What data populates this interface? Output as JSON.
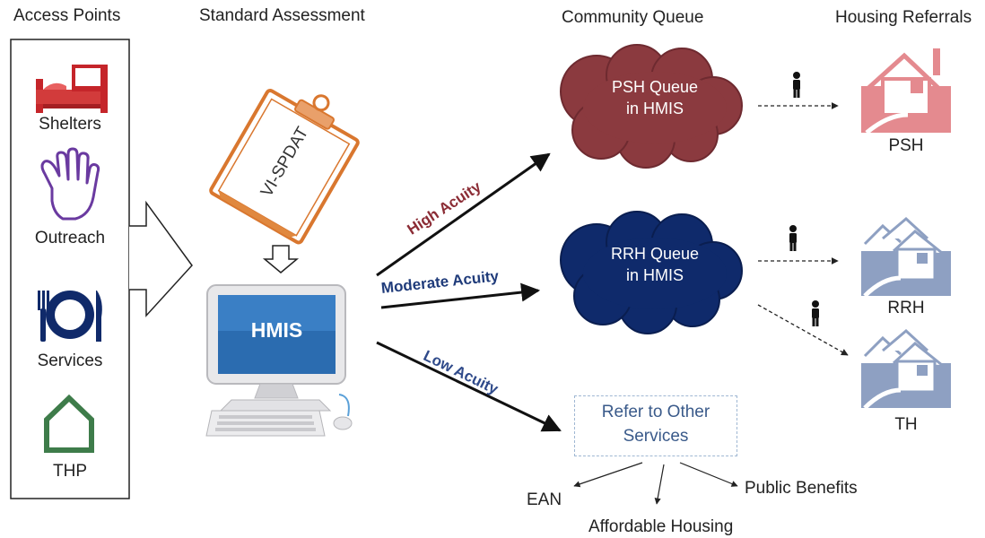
{
  "headers": {
    "access_points": "Access Points",
    "standard_assessment": "Standard Assessment",
    "community_queue": "Community Queue",
    "housing_referrals": "Housing Referrals"
  },
  "access_points": [
    {
      "label": "Shelters",
      "icon": "bed-icon"
    },
    {
      "label": "Outreach",
      "icon": "hand-icon"
    },
    {
      "label": "Services",
      "icon": "plate-icon"
    },
    {
      "label": "THP",
      "icon": "house-outline-icon"
    }
  ],
  "assessment": {
    "tool": "VI-SPDAT",
    "system": "HMIS"
  },
  "acuity": {
    "high": "High Acuity",
    "moderate": "Moderate Acuity",
    "low": "Low Acuity"
  },
  "queues": {
    "psh": {
      "line1": "PSH Queue",
      "line2": "in HMIS"
    },
    "rrh": {
      "line1": "RRH Queue",
      "line2": "in HMIS"
    }
  },
  "refer": {
    "line1": "Refer to Other",
    "line2": "Services"
  },
  "other_services": {
    "ean": "EAN",
    "affordable_housing": "Affordable Housing",
    "public_benefits": "Public Benefits"
  },
  "referrals": {
    "psh": "PSH",
    "rrh": "RRH",
    "th": "TH"
  },
  "colors": {
    "psh": "#8b3a3f",
    "rrh": "#0f2a6b",
    "high_acuity": "#8b2c35",
    "moderate_acuity": "#1f3b7a",
    "low_acuity": "#2f4a8a",
    "psh_house": "#e48a8f",
    "rrh_house": "#8ea0c2",
    "thp_house": "#3e7c4a",
    "clipboard": "#d9772f"
  }
}
